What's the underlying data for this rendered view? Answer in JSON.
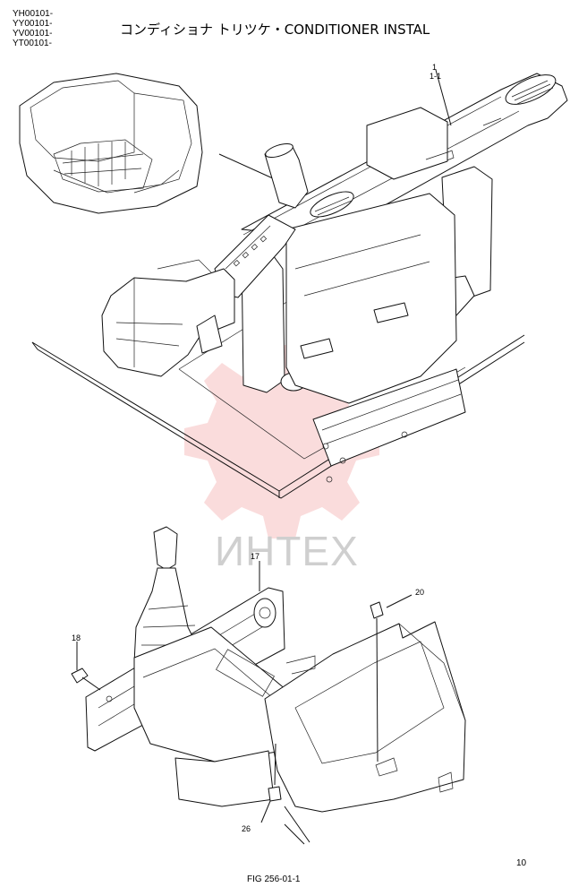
{
  "header": {
    "serials": [
      "YH00101-",
      "YY00101-",
      "YV00101-",
      "YT00101-"
    ],
    "title": "コンディショナ トリツケ・CONDITIONER INSTAL"
  },
  "callouts": {
    "c1": "1",
    "c1_1": "1-1",
    "c17": "17",
    "c18": "18",
    "c20": "20",
    "c26": "26"
  },
  "watermark": {
    "text": "ИНТЕХ",
    "color": "#f4b4b4"
  },
  "footer": {
    "page_number": "10",
    "figure": "FIG 256-01-1"
  }
}
